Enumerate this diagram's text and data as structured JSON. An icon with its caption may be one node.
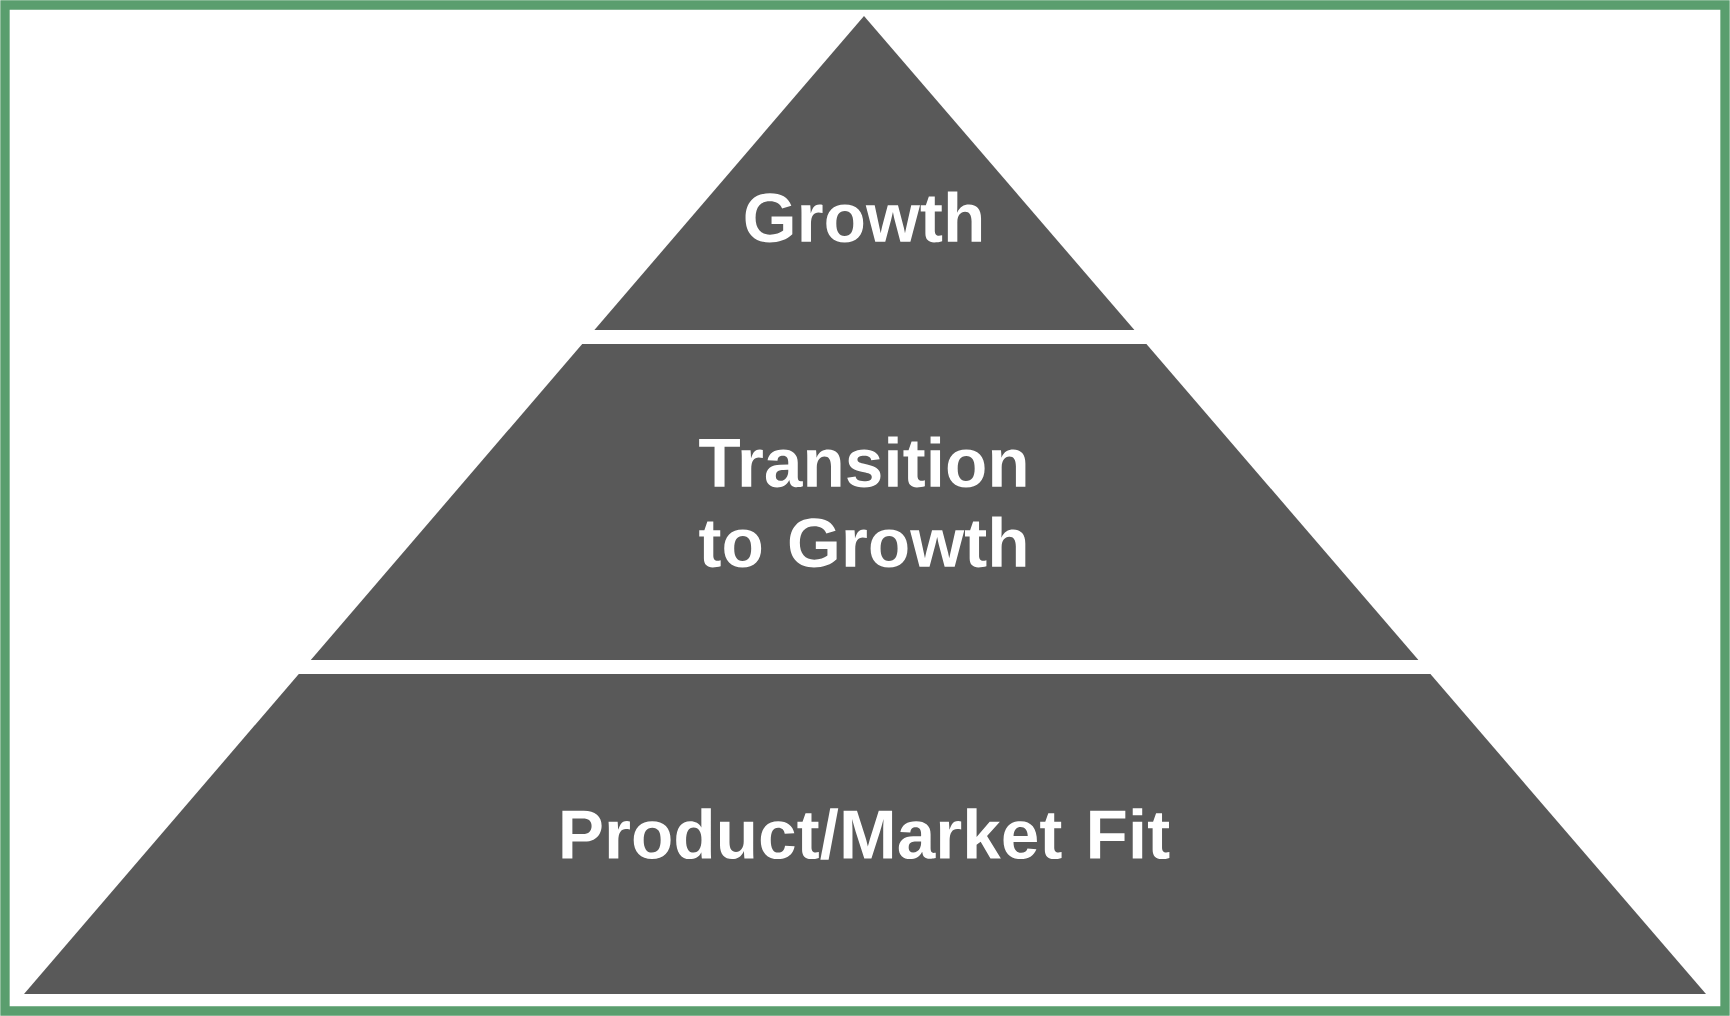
{
  "diagram": {
    "nodes": [
      {
        "text": [
          "Growth"
        ]
      },
      {
        "text": [
          "Transition to Growth"
        ]
      },
      {
        "text": [
          "Product/Market Fit"
        ]
      }
    ]
  }
}
